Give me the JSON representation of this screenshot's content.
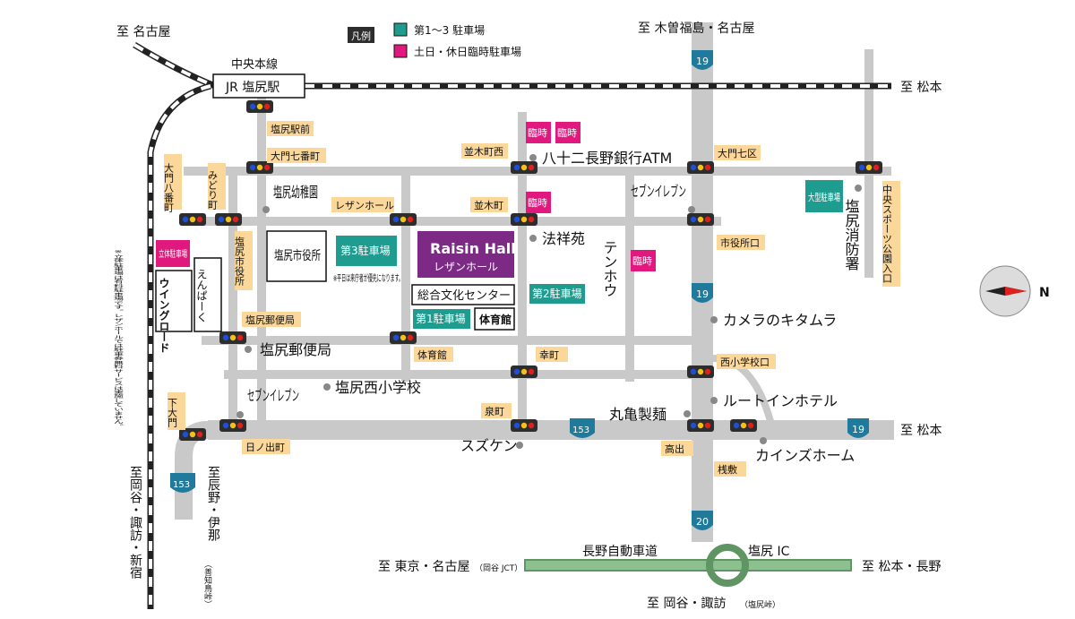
{
  "legend": {
    "title": "凡例",
    "items": [
      {
        "label": "第1～3 駐車場",
        "color": "#1e9c8f"
      },
      {
        "label": "土日・休日臨時駐車場",
        "color": "#e1187d"
      }
    ]
  },
  "colors": {
    "road": "#c9c9c9",
    "parking_regular": "#1e9c8f",
    "parking_temporary": "#e1187d",
    "venue": "#7d2a86",
    "expressway": "#5f9463",
    "route_shield": "#1f7a9c",
    "label_bg": "#fbd79a"
  },
  "directions": {
    "nagoya_top": "至 名古屋",
    "kisofukushima": "至 木曽福島・名古屋",
    "matsumoto_top": "至 松本",
    "matsumoto_mid": "至 松本",
    "okaya_left": "至岡谷・諏訪・新宿",
    "tatsuno": "至辰野・伊那",
    "tatsuno_sub": "（善知鳥峠）",
    "tokyo": "至 東京・名古屋",
    "tokyo_sub": "（岡谷 JCT）",
    "matsumoto_nagano": "至 松本・長野",
    "okaya_bottom": "至 岡谷・諏訪",
    "okaya_bottom_sub": "（塩尻峠）"
  },
  "rail": {
    "line_name": "中央本線",
    "station": "JR 塩尻駅"
  },
  "expressway": {
    "name": "長野自動車道",
    "ic": "塩尻 IC"
  },
  "routes": [
    "19",
    "19",
    "19",
    "20",
    "153",
    "153"
  ],
  "venue": {
    "name_en": "Raisin Hall",
    "name_ja": "レザンホール"
  },
  "parking": {
    "p1": "第1駐車場",
    "p2": "第2駐車場",
    "p3": "第3駐車場",
    "p3_note": "※平日は来庁者が優先になります。",
    "big": "大型駐車場",
    "multistory": "立体駐車場",
    "temp": "臨時"
  },
  "buildings": {
    "city_hall": "塩尻市役所",
    "culture_center": "総合文化センター",
    "gym": "体育館",
    "wing_road": "ウイングロード",
    "enpark": "えんぱーく"
  },
  "intersections": {
    "shiojiri_ekimae": "塩尻駅前",
    "daimon_7bancho": "大門七番町",
    "namikicho_nishi": "並木町西",
    "daimon_7ku": "大門七区",
    "daimon_8bancho": "大門八番町",
    "midoricho": "みどり町",
    "raisin_hall": "レザンホール",
    "namikicho": "並木町",
    "shiyakushoguchi": "市役所口",
    "shiojiri_shiyakusho": "塩尻市役所",
    "shiojiri_yubinkyoku": "塩尻郵便局",
    "taiikukan": "体育館",
    "saiwaicho": "幸町",
    "nishi_shogakkoguchi": "西小学校口",
    "izumicho": "泉町",
    "shimo_daimon": "下大門",
    "hinodecho": "日ノ出町",
    "takade": "高出",
    "sajiki": "桟敷",
    "chuo_sports": "中央スポーツ公園入口"
  },
  "landmarks": {
    "hachijuni": "八十二長野銀行ATM",
    "seven_1": "セブンイレブン",
    "seven_2": "セブンイレブン",
    "kindergarten": "塩尻幼稚園",
    "hoshoen": "法祥苑",
    "tenhou": "テンホウ",
    "kitamura": "カメラのキタムラ",
    "post_office": "塩尻郵便局",
    "nishi_school": "塩尻西小学校",
    "route_inn": "ルートインホテル",
    "marugame": "丸亀製麺",
    "suzuken": "スズケン",
    "cainz": "カインズホーム",
    "fire_station": "塩尻消防署"
  },
  "note": "※立体駐車場は有料駐車場です。レザンホールでは駐車券無料サービスは実施していません。",
  "compass": "N"
}
